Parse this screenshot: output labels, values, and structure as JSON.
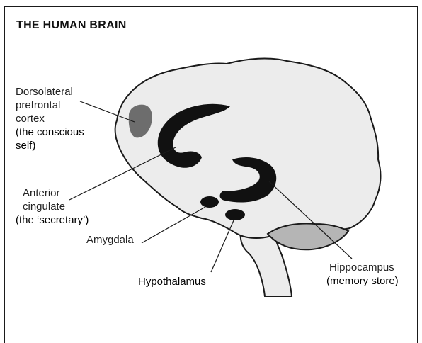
{
  "title": "THE HUMAN BRAIN",
  "labels": {
    "dlpfc_line1": "Dorsolateral",
    "dlpfc_line2": "prefrontal",
    "dlpfc_line3": "cortex",
    "dlpfc_line4": "(the conscious",
    "dlpfc_line5": "self)",
    "acc_line1": "Anterior",
    "acc_line2": "cingulate",
    "acc_line3": "(the ‘secretary’)",
    "amygdala": "Amygdala",
    "hypothalamus": "Hypothalamus",
    "hippocampus_line1": "Hippocampus",
    "hippocampus_line2": "(memory store)"
  },
  "colors": {
    "brain_fill": "#ececec",
    "outline": "#1a1a1a",
    "region_dark": "#111111",
    "dlpfc_fill": "#6d6d6d",
    "cerebellum_fill": "#b5b5b5"
  }
}
